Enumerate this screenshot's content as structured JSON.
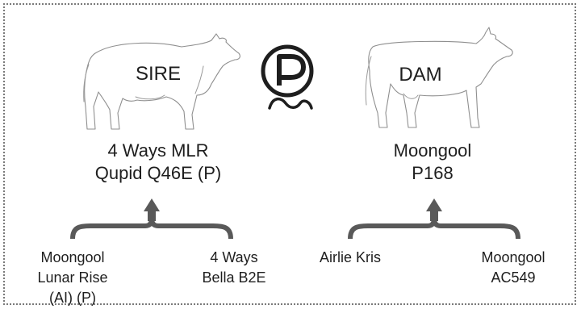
{
  "sire": {
    "role_label": "SIRE",
    "name_line1": "4 Ways MLR",
    "name_line2": "Qupid Q46E (P)",
    "parents": [
      {
        "lines": [
          "Moongool",
          "Lunar Rise",
          "(AI) (P)"
        ]
      },
      {
        "lines": [
          "4 Ways",
          "Bella B2E"
        ]
      }
    ]
  },
  "dam": {
    "role_label": "DAM",
    "name_line1": "Moongool",
    "name_line2": "P168",
    "parents": [
      {
        "lines": [
          "Airlie Kris"
        ]
      },
      {
        "lines": [
          "Moongool",
          "AC549"
        ]
      }
    ]
  },
  "center_badge": {
    "letter": "P",
    "icon": "polled-p-icon"
  },
  "colors": {
    "text": "#1e1e1e",
    "arrow": "#595959",
    "cow_outline": "#8f8f8f",
    "frame": "#7a7a7a"
  }
}
